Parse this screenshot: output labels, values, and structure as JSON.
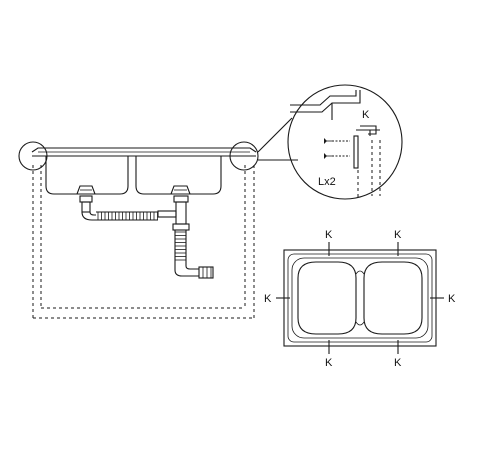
{
  "diagram": {
    "clip_label": "K",
    "screw_label": "Lx2",
    "top_view_clip_count": 6
  },
  "colors": {
    "line": "#1a1a1a",
    "background": "#ffffff"
  }
}
